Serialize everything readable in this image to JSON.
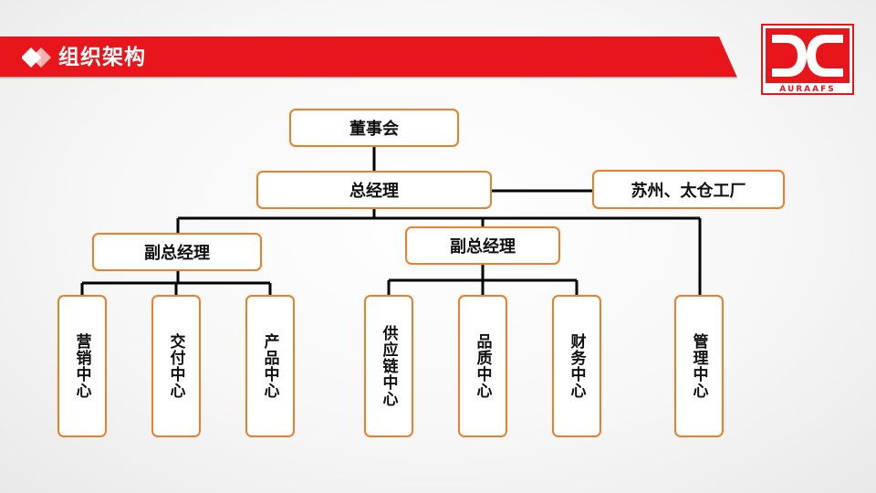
{
  "header": {
    "title": "组织架构",
    "accent_color": "#e8161b",
    "icon": "diamond-icon"
  },
  "logo": {
    "text": "AURAAFS",
    "color": "#e8161b"
  },
  "org_chart": {
    "board": "董事会",
    "general_manager": "总经理",
    "factories": "苏州、太仓工厂",
    "deputy_manager_1": "副总经理",
    "deputy_manager_2": "副总经理",
    "centers": [
      "营销中心",
      "交付中心",
      "产品中心",
      "供应链中心",
      "品质中心",
      "财务中心",
      "管理中心"
    ],
    "border_color": "#ec7f2a"
  }
}
